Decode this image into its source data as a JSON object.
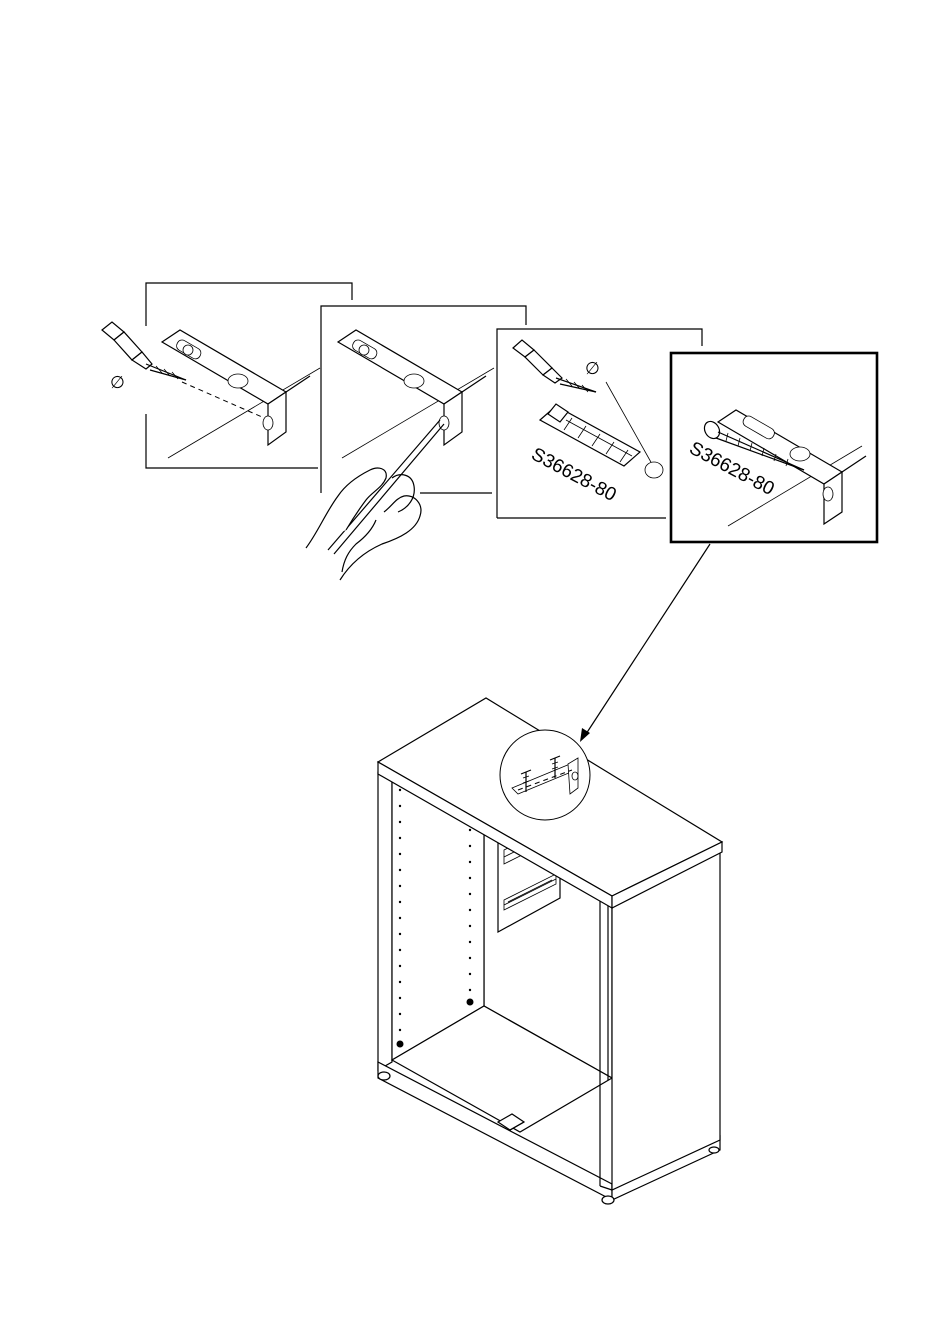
{
  "step_panels": [
    {
      "id": "drill",
      "symbol": "∅"
    },
    {
      "id": "clean",
      "symbol": ""
    },
    {
      "id": "plug",
      "symbol": "∅",
      "part_code": "S36628-80"
    },
    {
      "id": "screw",
      "symbol": "",
      "part_code": "S36628-80"
    }
  ],
  "colors": {
    "line": "#000000",
    "background": "#ffffff"
  }
}
